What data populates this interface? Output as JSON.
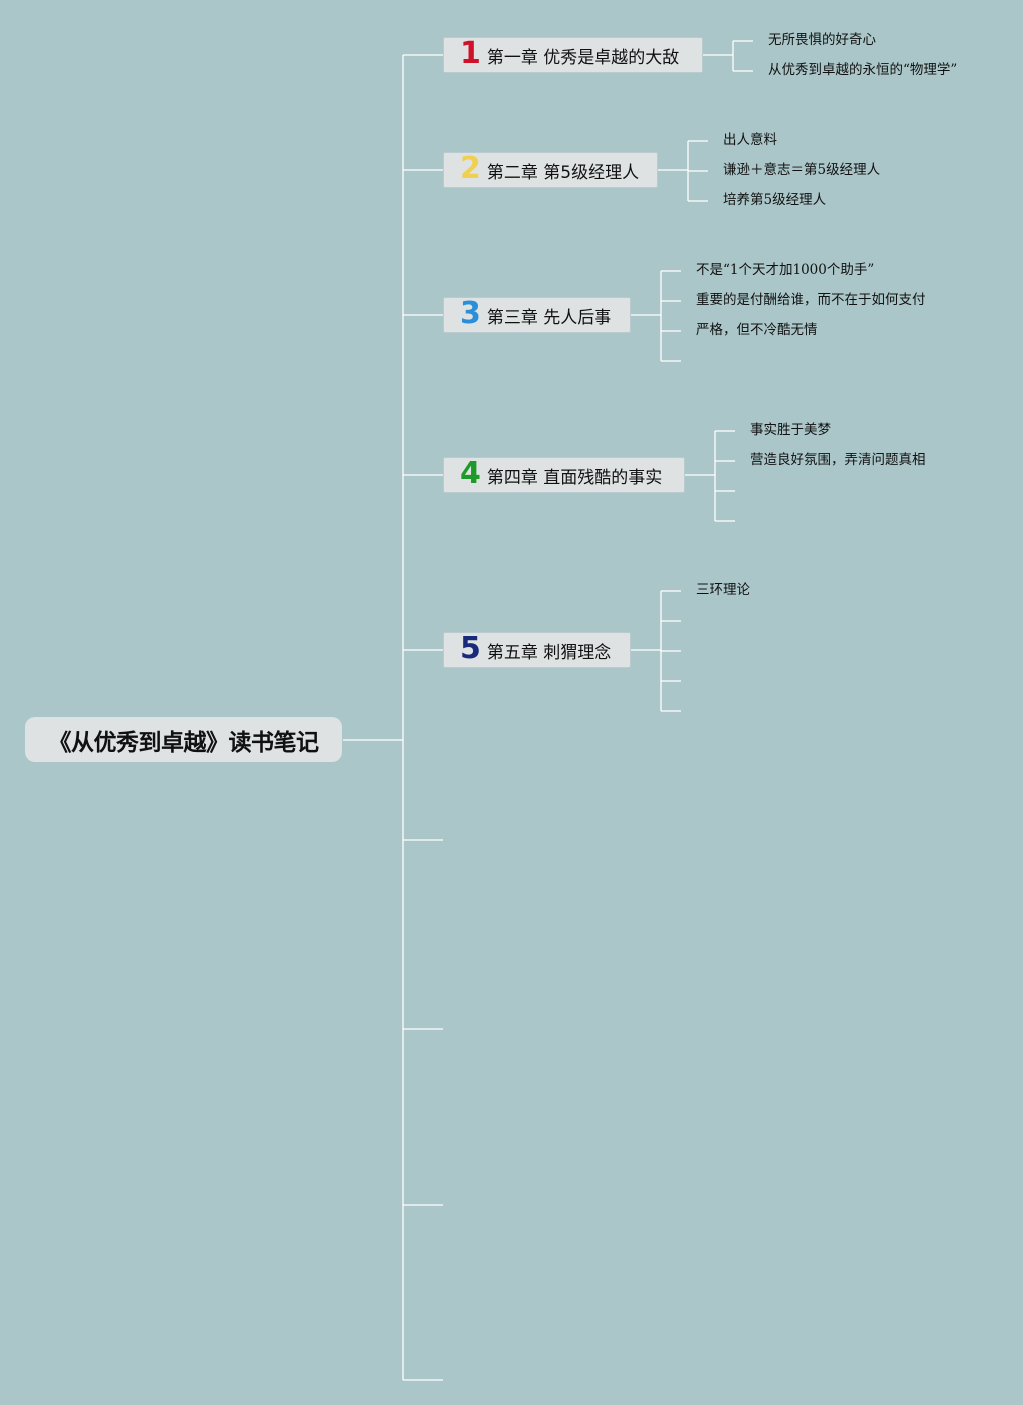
{
  "root": {
    "title": "《从优秀到卓越》读书笔记"
  },
  "chapters": [
    {
      "number": "1",
      "label": "第一章 优秀是卓越的大敌",
      "color": "#d0112a",
      "notes": [
        "无所畏惧的好奇心",
        "从优秀到卓越的永恒的“物理学”"
      ]
    },
    {
      "number": "2",
      "label": "第二章 第5级经理人",
      "color": "#f0d050",
      "notes": [
        "出人意料",
        "谦逊＋意志＝第5级经理人",
        "培养第5级经理人"
      ]
    },
    {
      "number": "3",
      "label": "第三章 先人后事",
      "color": "#2b8fd8",
      "notes": [
        "不是“1个天才加1000个助手”",
        "重要的是付酬给谁，而不在于如何支付",
        "严格，但不冷酷无情",
        ""
      ]
    },
    {
      "number": "4",
      "label": "第四章 直面残酷的事实",
      "color": "#1e9a2a",
      "notes": [
        "事实胜于美梦",
        "营造良好氛围，弄清问题真相",
        "",
        ""
      ]
    },
    {
      "number": "5",
      "label": "第五章 刺猬理念",
      "color": "#1a2a7a",
      "notes": [
        "三环理论",
        "",
        "",
        "",
        ""
      ]
    }
  ],
  "line_color": "#ffffff"
}
